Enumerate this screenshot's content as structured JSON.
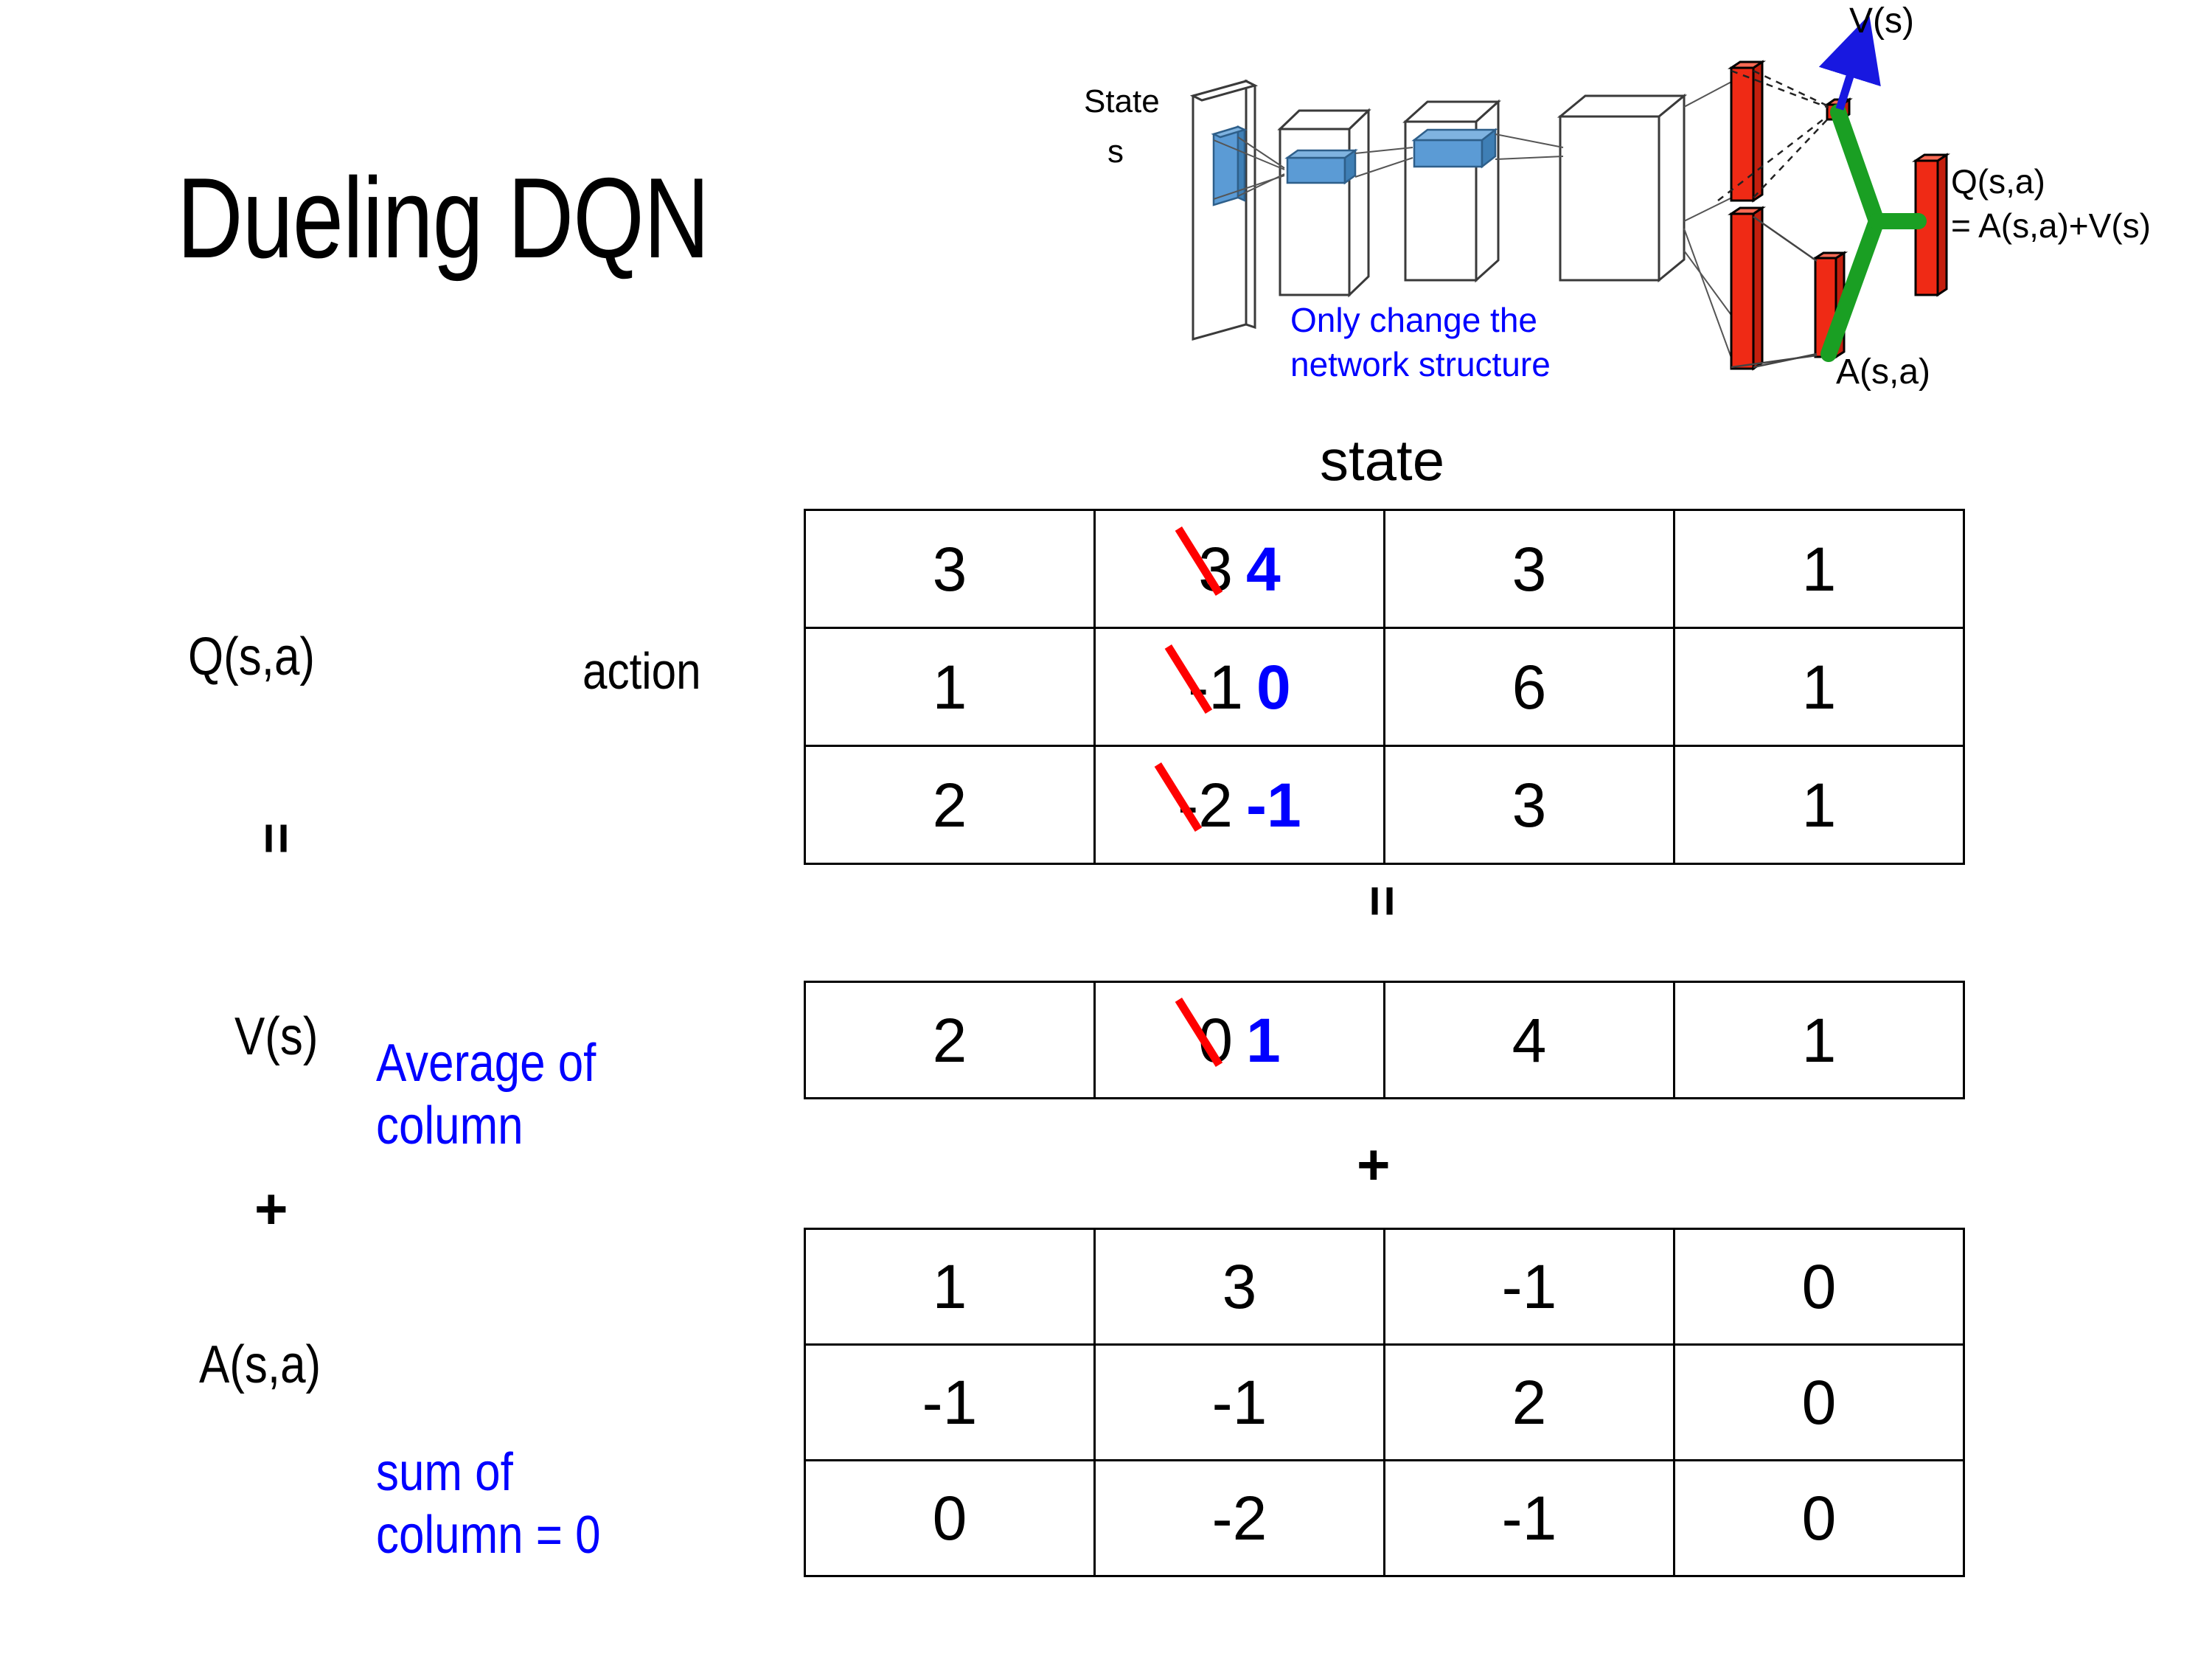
{
  "slide": {
    "title": "Dueling DQN",
    "background_color": "#ffffff"
  },
  "colors": {
    "accent_blue": "#0000ff",
    "strike_red": "#ff0000",
    "bar_red": "#ef2a15",
    "link_green": "#1a9f23",
    "arrow_blue": "#1818e0",
    "conv_blue": "#5b9bd5"
  },
  "diagram": {
    "input_label_line1": "State",
    "input_label_line2": "s",
    "note_line1": "Only change the",
    "note_line2": "network structure",
    "value_label": "V(s)",
    "advantage_label": "A(s,a)",
    "output_label_line1": "Q(s,a)",
    "output_label_line2": "= A(s,a)+V(s)"
  },
  "labels": {
    "state_axis": "state",
    "action_axis": "action",
    "q_label": "Q(s,a)",
    "v_label": "V(s)",
    "a_label": "A(s,a)",
    "equals_left": "=",
    "equals_mid": "=",
    "plus_left": "+",
    "plus_mid": "+",
    "note_average_line1": "Average of",
    "note_average_line2": "column",
    "note_sum_line1": "sum of",
    "note_sum_line2": "column = 0"
  },
  "q_table": {
    "rows": [
      [
        {
          "value": "3"
        },
        {
          "old": "3",
          "new": "4",
          "revised": true
        },
        {
          "value": "3"
        },
        {
          "value": "1"
        }
      ],
      [
        {
          "value": "1"
        },
        {
          "old": "-1",
          "new": "0",
          "revised": true
        },
        {
          "value": "6"
        },
        {
          "value": "1"
        }
      ],
      [
        {
          "value": "2"
        },
        {
          "old": "-2",
          "new": "-1",
          "revised": true
        },
        {
          "value": "3"
        },
        {
          "value": "1"
        }
      ]
    ]
  },
  "v_table": {
    "rows": [
      [
        {
          "value": "2"
        },
        {
          "old": "0",
          "new": "1",
          "revised": true
        },
        {
          "value": "4"
        },
        {
          "value": "1"
        }
      ]
    ]
  },
  "a_table": {
    "rows": [
      [
        {
          "value": "1"
        },
        {
          "value": "3"
        },
        {
          "value": "-1"
        },
        {
          "value": "0"
        }
      ],
      [
        {
          "value": "-1"
        },
        {
          "value": "-1"
        },
        {
          "value": "2"
        },
        {
          "value": "0"
        }
      ],
      [
        {
          "value": "0"
        },
        {
          "value": "-2"
        },
        {
          "value": "-1"
        },
        {
          "value": "0"
        }
      ]
    ]
  }
}
